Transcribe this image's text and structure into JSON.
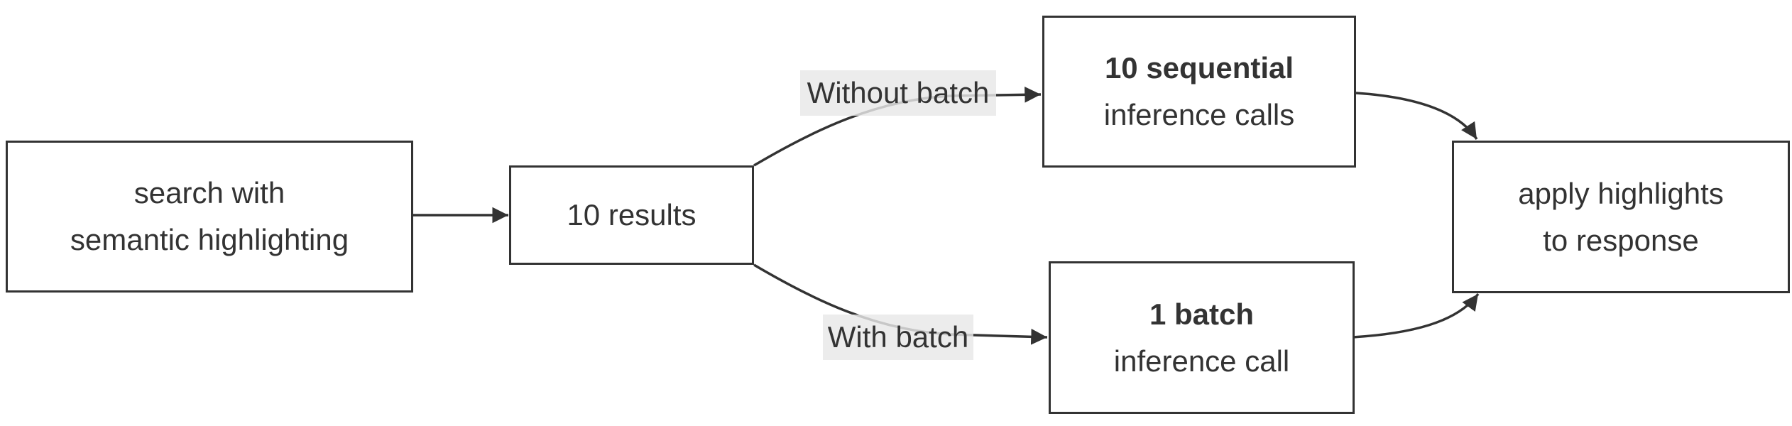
{
  "diagram": {
    "type": "flowchart",
    "direction": "left-to-right",
    "colors": {
      "background": "#ffffff",
      "node_fill": "#ffffff",
      "node_border": "#333333",
      "text": "#333333",
      "edge": "#333333",
      "edge_label_bg": "#e8e8e8"
    },
    "nodes": [
      {
        "id": "search",
        "lines": [
          "search with",
          "semantic highlighting"
        ]
      },
      {
        "id": "results",
        "lines": [
          "10 results"
        ]
      },
      {
        "id": "sequential",
        "lines": [
          "10 sequential",
          "inference calls"
        ],
        "emphasis": "first-line-bold"
      },
      {
        "id": "batch",
        "lines": [
          "1 batch",
          "inference call"
        ],
        "emphasis": "first-line-bold"
      },
      {
        "id": "apply",
        "lines": [
          "apply highlights",
          "to response"
        ]
      }
    ],
    "edges": [
      {
        "from": "search",
        "to": "results",
        "label": ""
      },
      {
        "from": "results",
        "to": "sequential",
        "label": "Without batch"
      },
      {
        "from": "results",
        "to": "batch",
        "label": "With batch"
      },
      {
        "from": "sequential",
        "to": "apply",
        "label": ""
      },
      {
        "from": "batch",
        "to": "apply",
        "label": ""
      }
    ]
  }
}
